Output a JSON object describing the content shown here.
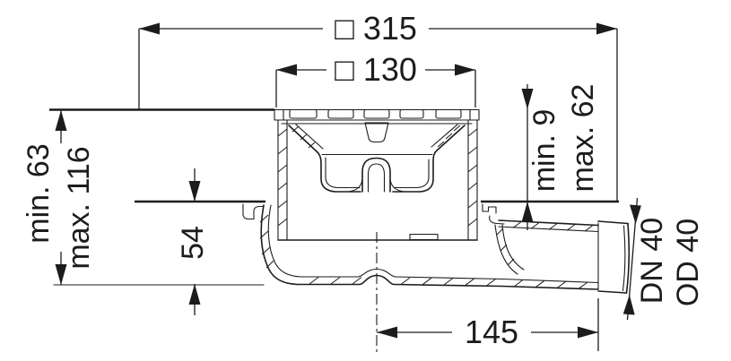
{
  "drawing": {
    "title": "Floor drain sectional technical drawing",
    "background": "#ffffff",
    "line_color": "#1c1c1c",
    "labels": {
      "overall_width": "□ 315",
      "grate_width": "□ 130",
      "installation_min": "min. 63",
      "installation_max": "max. 116",
      "base_height": "54",
      "top_section_min": "min. 9",
      "top_section_max": "max. 62",
      "outlet_dn": "DN 40",
      "outlet_od": "OD 40",
      "outlet_center_offset": "145"
    }
  }
}
